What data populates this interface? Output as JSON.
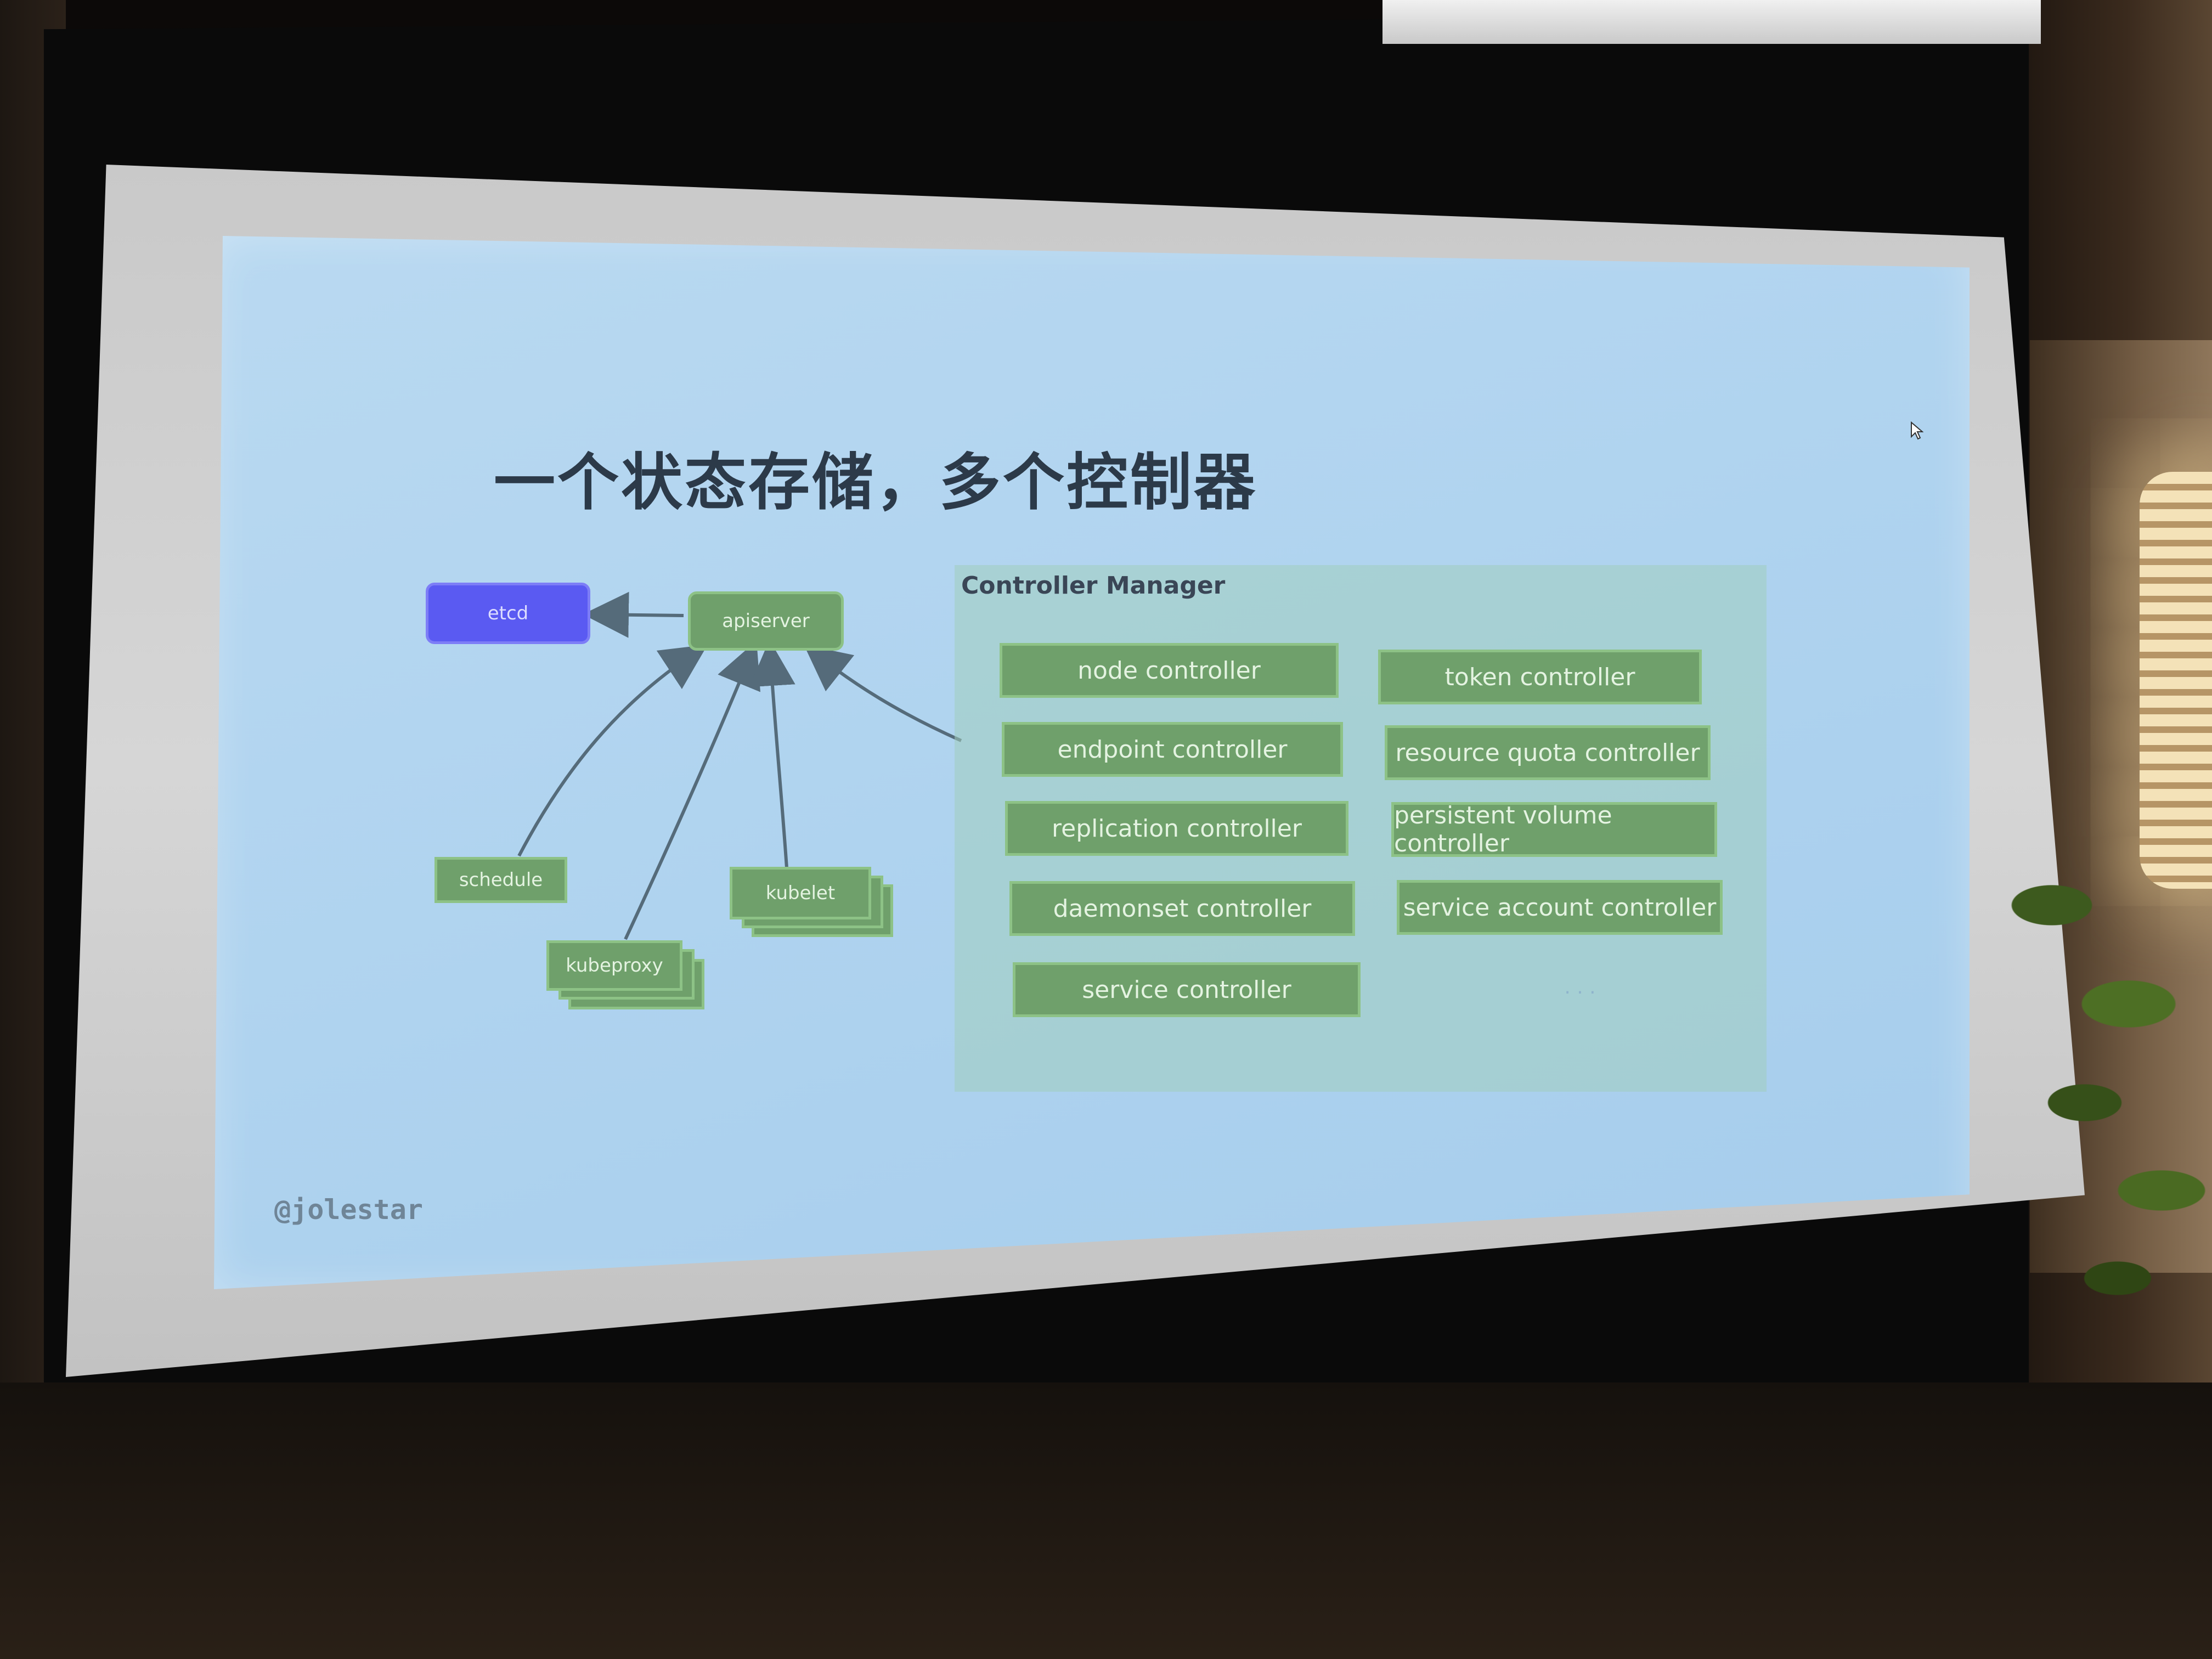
{
  "slide": {
    "title": "一个状态存储，多个控制器",
    "watermark": "@jolestar",
    "ellipsis": "· · ·"
  },
  "diagram": {
    "etcd": "etcd",
    "apiserver": "apiserver",
    "schedule": "schedule",
    "kubeproxy": "kubeproxy",
    "kubelet": "kubelet",
    "controller_manager": {
      "label": "Controller Manager",
      "left_column": [
        "node controller",
        "endpoint controller",
        "replication controller",
        "daemonset controller",
        "service controller"
      ],
      "right_column": [
        "token controller",
        "resource quota controller",
        "persistent volume controller",
        "service account controller"
      ]
    }
  },
  "colors": {
    "slide_bg": "#afd3ef",
    "node_green": "#6fa06b",
    "etcd_blue": "#5a5af2",
    "title_text": "#2c3a49"
  }
}
